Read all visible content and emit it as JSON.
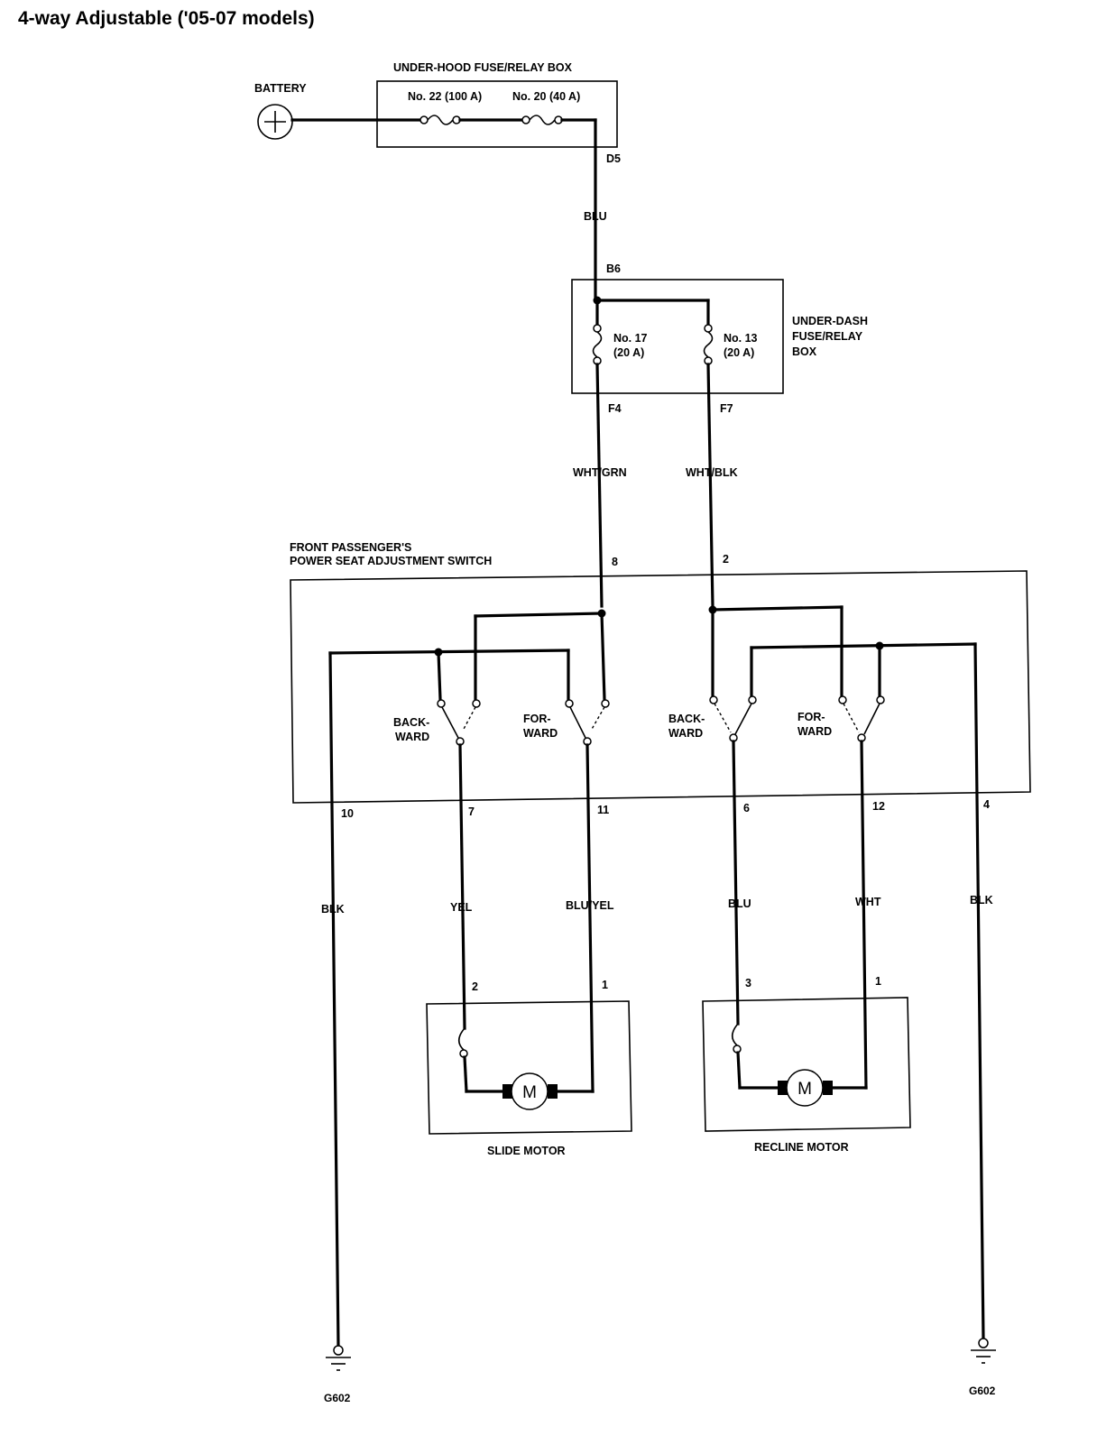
{
  "title": "4-way Adjustable ('05-07 models)",
  "battery": {
    "label": "BATTERY"
  },
  "under_hood_box": {
    "label": "UNDER-HOOD FUSE/RELAY  BOX",
    "fuse_a": "No. 22 (100 A)",
    "fuse_b": "No. 20 (40 A)",
    "out_terminal": "D5"
  },
  "wires": {
    "blu_main": "BLU",
    "wht_grn": "WHT/GRN",
    "wht_blk": "WHT/BLK",
    "blk_left": "BLK",
    "yel": "YEL",
    "blu_yel": "BLU/YEL",
    "blu": "BLU",
    "wht": "WHT",
    "blk_right": "BLK"
  },
  "under_dash_box": {
    "label_lines": [
      "UNDER-DASH",
      "FUSE/RELAY",
      "BOX"
    ],
    "in_terminal": "B6",
    "fuse_17": [
      "No. 17",
      "(20 A)"
    ],
    "fuse_13": [
      "No. 13",
      "(20 A)"
    ],
    "out_f4": "F4",
    "out_f7": "F7"
  },
  "switch": {
    "label_lines": [
      "FRONT PASSENGER'S",
      "POWER SEAT ADJUSTMENT SWITCH"
    ],
    "pin_in_left": "8",
    "pin_in_right": "2",
    "backward_1": [
      "BACK-",
      "WARD"
    ],
    "forward_1": [
      "FOR-",
      "WARD"
    ],
    "backward_2": [
      "BACK-",
      "WARD"
    ],
    "forward_2": [
      "FOR-",
      "WARD"
    ],
    "pins_bottom": [
      "10",
      "7",
      "11",
      "6",
      "12",
      "4"
    ]
  },
  "slide_motor": {
    "label": "SLIDE MOTOR",
    "pin_left": "2",
    "pin_right": "1",
    "symbol": "M"
  },
  "recline_motor": {
    "label": "RECLINE MOTOR",
    "pin_left": "3",
    "pin_right": "1",
    "symbol": "M"
  },
  "grounds": {
    "left": "G602",
    "right": "G602"
  }
}
